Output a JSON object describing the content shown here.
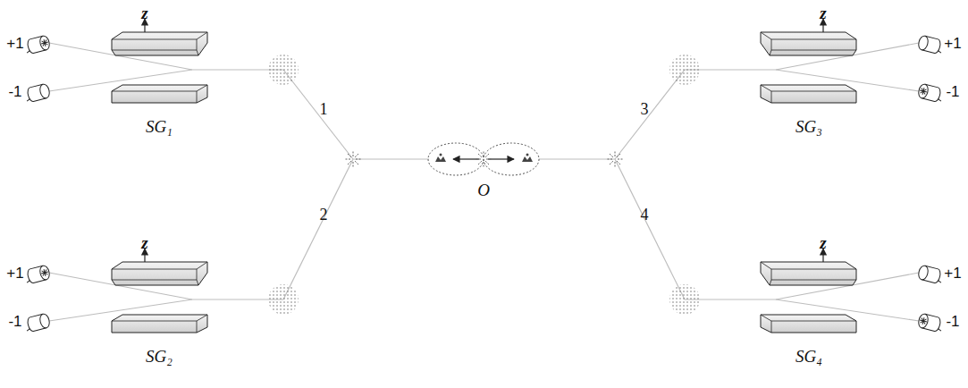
{
  "diagram": {
    "labels": [
      "+1",
      "-1",
      "z",
      "SG₁",
      "+1",
      "-1",
      "z",
      "SG₂",
      "1",
      "2",
      "O",
      "3",
      "4",
      "z",
      "SG₃",
      "+1",
      "-1",
      "z",
      "SG₄",
      "+1",
      "-1"
    ]
  }
}
